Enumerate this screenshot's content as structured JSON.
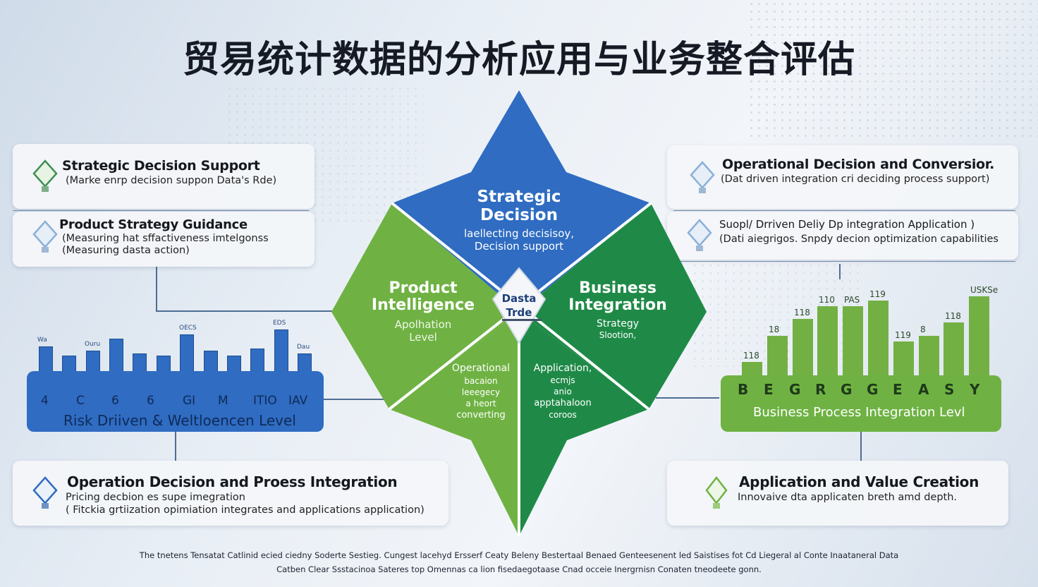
{
  "title": "贸易统计数据的分析应用与业务整合评估",
  "left_cards": {
    "strategic": {
      "heading": "Strategic Decision Support",
      "sub": "(Marke enrp decision suppon Data's Rde)"
    },
    "product": {
      "heading": "Product Strategy Guidance",
      "sub1": "(Measuring hat sffactiveness imtelgonss",
      "sub2": "(Measuring dasta action)"
    },
    "operation": {
      "heading": "Operation Decision and Proess Integration",
      "sub1": "Pricing decbion es supe imegration",
      "sub2": "( Fitckia grtiization opimiation integrates and applications application)"
    }
  },
  "right_cards": {
    "operational": {
      "heading": "Operational Decision and Conversior.",
      "sub": "(Dat driven integration cri deciding process support)"
    },
    "supply": {
      "heading": "Suopl/ Drriven Deliy Dp integration Application )",
      "sub": "(Dati aiegrigos. Snpdy decion optimization capabilities"
    },
    "application": {
      "heading": "Application and Value Creation",
      "sub": "Innovaive dta applicaten breth amd depth."
    }
  },
  "left_chart": {
    "caption": "Risk Driiven & Weltloencen Level",
    "letters": [
      "4",
      "C",
      "6",
      "6",
      "GI",
      "M",
      "ITIO",
      "IAV"
    ],
    "bar_levels": [
      0.55,
      0.35,
      0.45,
      0.7,
      0.4,
      0.35,
      0.8,
      0.45,
      0.35,
      0.5,
      0.9,
      0.4
    ],
    "bar_labels": [
      "Wa",
      "",
      "Ouru",
      "",
      "",
      "",
      "OECS",
      "",
      "",
      "",
      "EDS",
      "Dau"
    ],
    "color": "#2f6cc2"
  },
  "right_chart": {
    "caption": "Business Process Integration Levl",
    "letters": [
      "B",
      "E",
      "G",
      "R",
      "G",
      "G",
      "E",
      "A",
      "S",
      "Y"
    ],
    "bars": [
      {
        "label": "118",
        "value": 0.2
      },
      {
        "label": "18",
        "value": 0.52
      },
      {
        "label": "118",
        "value": 0.72
      },
      {
        "label": "110",
        "value": 0.88
      },
      {
        "label": "PAS",
        "value": 0.88
      },
      {
        "label": "119",
        "value": 0.95
      },
      {
        "label": "119",
        "value": 0.45
      },
      {
        "label": "8",
        "value": 0.52
      },
      {
        "label": "118",
        "value": 0.68
      },
      {
        "label": "USKSe",
        "value": 1.0
      }
    ],
    "color": "#73b043"
  },
  "diamond": {
    "top": {
      "title1": "Strategic",
      "title2": "Decision",
      "sub1": "laellecting decisisoy,",
      "sub2": "Decision support"
    },
    "left": {
      "title1": "Product",
      "title2": "Intelligence",
      "sub1": "Apolhation",
      "sub2": "Level"
    },
    "right": {
      "title1": "Business",
      "title2": "Integration",
      "sub1": "Strategy",
      "sub2": "Slootion,"
    },
    "bottom_left": {
      "l1": "Operational",
      "l2": "bacaion",
      "l3": "leeegecy",
      "l4": "a heort",
      "l5": "converting"
    },
    "bottom_right": {
      "l1": "Application,",
      "l2": "ecmjs",
      "l3": "anio",
      "l4": "apptahaloon",
      "l5": "coroos"
    },
    "center": {
      "l1": "Dasta",
      "l2": "Trde"
    },
    "colors": {
      "blue": "#2f6cc2",
      "green_light": "#6fb243",
      "green_dark": "#1f8a47"
    }
  },
  "footer": {
    "line1": "The tnetens Tensatat Catlinid ecied ciedny Soderte Sestieg. Cungest lacehyd Ersserf Ceaty Beleny Bestertaal Benaed Genteesenent led Saistises fot Cd Liegeral al Conte Inaataneral Data",
    "line2": "Catben Clear Ssstacinoa Sateres top Omennas ca lion fisedaegotaase Cnad occeie Inergrnisn Conaten tneodeete gonn."
  }
}
